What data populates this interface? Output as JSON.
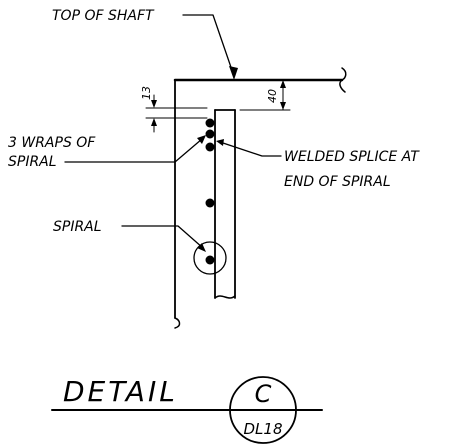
{
  "labels": {
    "top_of_shaft": "TOP OF SHAFT",
    "wraps_line1": "3 WRAPS OF",
    "wraps_line2": "SPIRAL",
    "splice_line1": "WELDED SPLICE AT",
    "splice_line2": "END OF SPIRAL",
    "spiral": "SPIRAL"
  },
  "dimensions": {
    "top_offset": "13",
    "cover": "40"
  },
  "title_block": {
    "word": "DETAIL",
    "detail_id": "C",
    "sheet_ref": "DL18"
  }
}
